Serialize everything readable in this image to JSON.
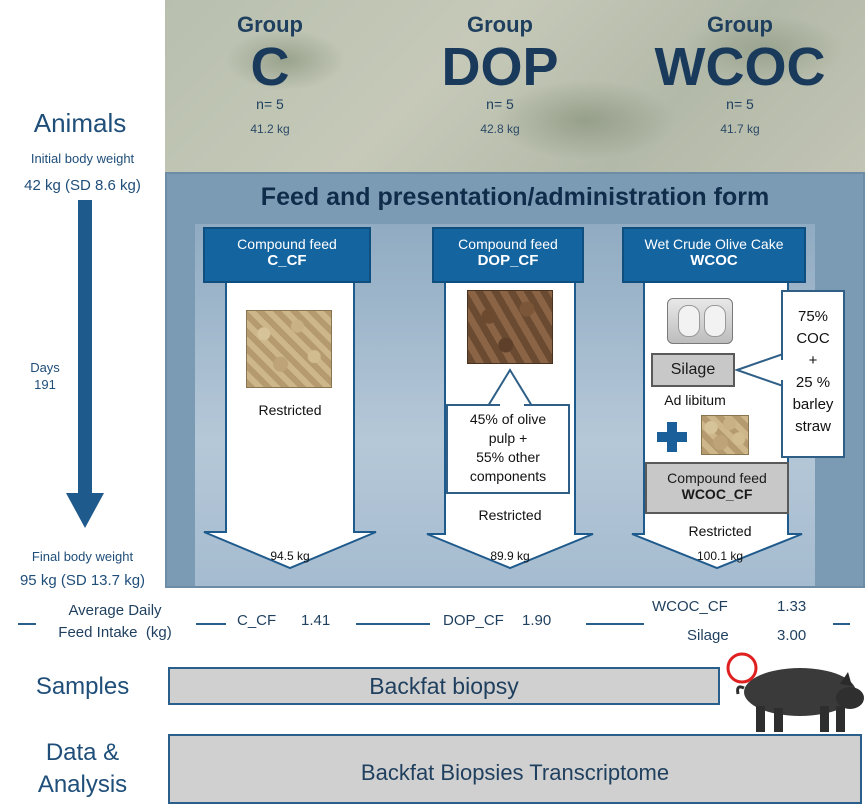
{
  "groups": [
    {
      "prefix": "Group",
      "name": "C",
      "n": "n= 5",
      "initial_weight": "41.2 kg"
    },
    {
      "prefix": "Group",
      "name": "DOP",
      "n": "n= 5",
      "initial_weight": "42.8 kg"
    },
    {
      "prefix": "Group",
      "name": "WCOC",
      "n": "n= 5",
      "initial_weight": "41.7 kg"
    }
  ],
  "left": {
    "animals": "Animals",
    "initial_bw_label": "Initial body weight",
    "initial_bw_value": "42 kg (SD 8.6 kg)",
    "days_label": "Days",
    "days_value": "191",
    "final_bw_label": "Final body weight",
    "final_bw_value": "95 kg (SD 13.7 kg)",
    "adfi_line1": "Average Daily",
    "adfi_line2": "Feed Intake",
    "adfi_unit": "(kg)",
    "samples": "Samples",
    "data_line1": "Data &",
    "data_line2": "Analysis"
  },
  "feed": {
    "title": "Feed and presentation/administration form",
    "columns": [
      {
        "line1": "Compound feed",
        "line2": "C_CF",
        "form": "Restricted",
        "final_weight": "94.5 kg"
      },
      {
        "line1": "Compound feed",
        "line2": "DOP_CF",
        "form": "Restricted",
        "final_weight": "89.9 kg",
        "callout": [
          "45% of olive",
          "pulp    +",
          "55% other",
          "components"
        ]
      },
      {
        "line1": "Wet Crude Olive Cake",
        "line2": "WCOC",
        "form": "Restricted",
        "final_weight": "100.1 kg",
        "silage": "Silage",
        "ad_libitum": "Ad libitum",
        "plus": "+",
        "sub_line1": "Compound feed",
        "sub_line2": "WCOC_CF",
        "callout": [
          "75%",
          "COC",
          "+",
          "25 %",
          "barley",
          "straw"
        ]
      }
    ]
  },
  "intake": {
    "c": {
      "name": "C_CF",
      "value": "1.41"
    },
    "dop": {
      "name": "DOP_CF",
      "value": "1.90"
    },
    "wcoc": {
      "name": "WCOC_CF",
      "value": "1.33"
    },
    "silage": {
      "name": "Silage",
      "value": "3.00"
    }
  },
  "samples_box": "Backfat biopsy",
  "analysis_box": "Backfat Biopsies Transcriptome",
  "colors": {
    "dark_blue": "#1f3f5e",
    "header_blue": "#1464a0",
    "arrow_blue": "#1f5a8c",
    "panel": "#7b9bb4"
  }
}
